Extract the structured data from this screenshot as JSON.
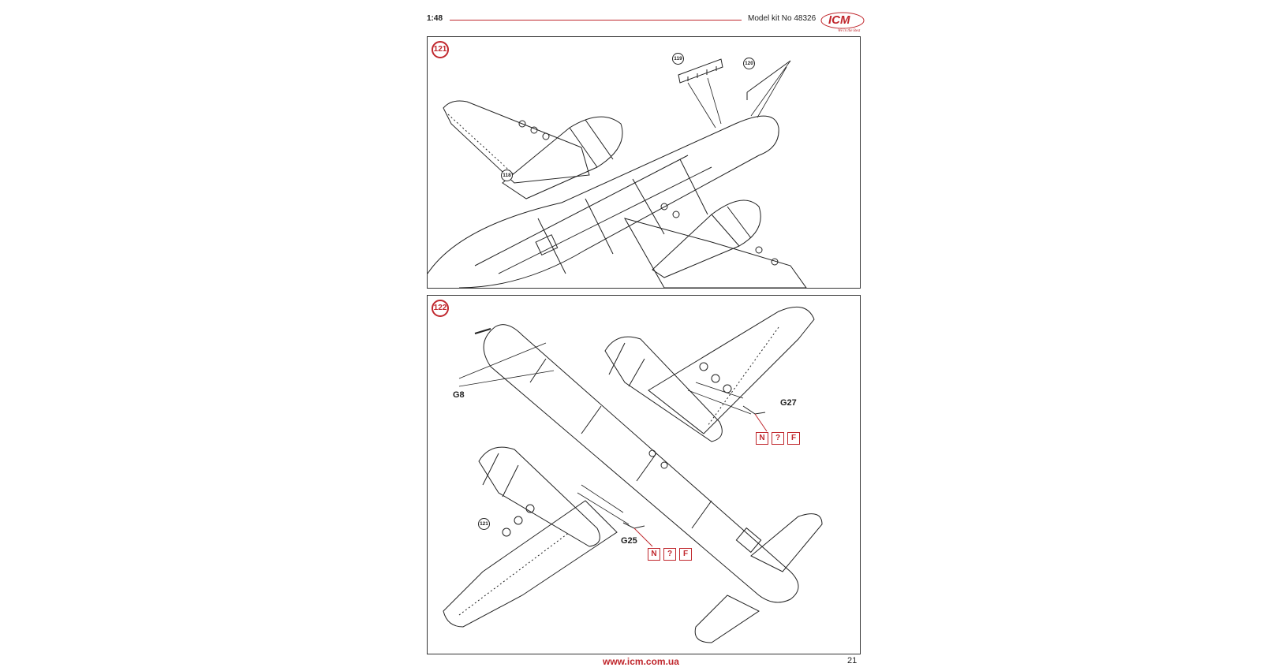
{
  "header": {
    "scale": "1:48",
    "kit_label": "Model kit No 48326",
    "logo_text": "ICM",
    "logo_tagline": "We in the Best"
  },
  "steps": [
    {
      "number": "121",
      "callouts": [
        "118",
        "119",
        "120"
      ]
    },
    {
      "number": "122",
      "callouts": [
        "121"
      ],
      "parts": [
        "G8",
        "G27",
        "G25"
      ],
      "paint_codes": [
        {
          "letters": [
            "N",
            "?",
            "F"
          ]
        },
        {
          "letters": [
            "N",
            "?",
            "F"
          ]
        }
      ]
    }
  ],
  "colors": {
    "accent_red": "#c0272d",
    "line": "#333333"
  },
  "footer": {
    "url": "www.icm.com.ua",
    "page_number": "21"
  }
}
